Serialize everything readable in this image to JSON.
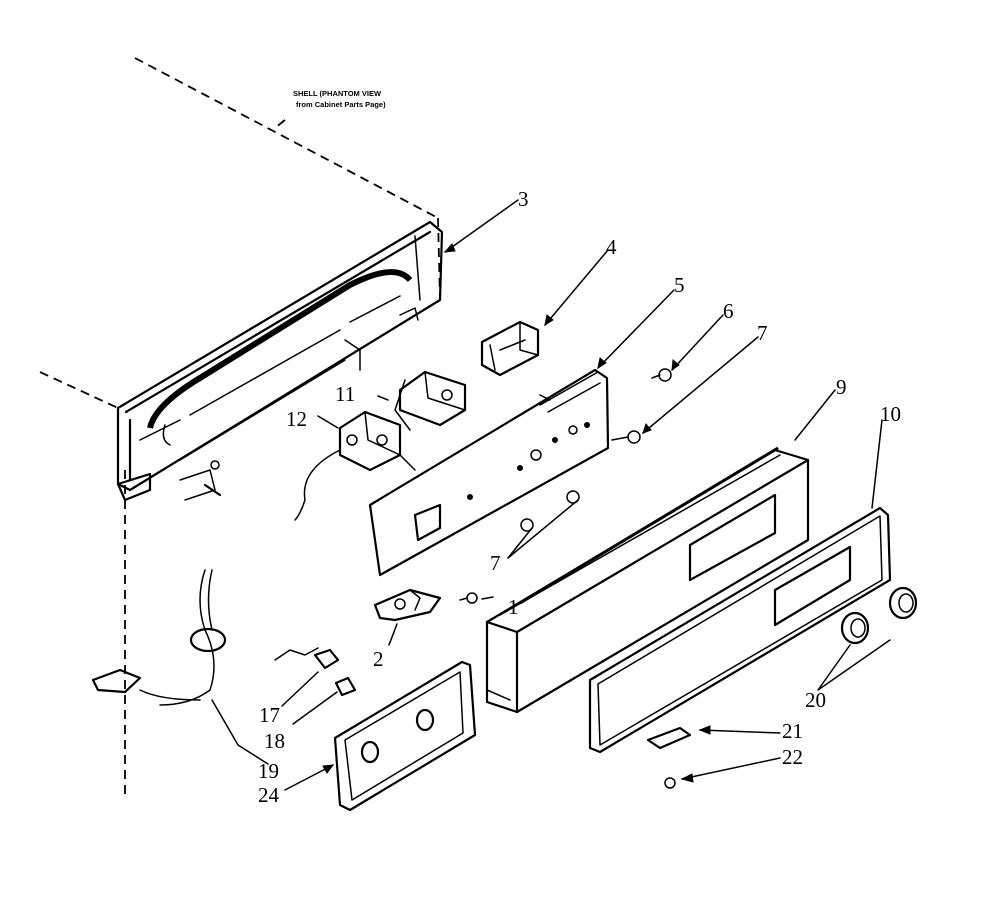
{
  "caption": {
    "line1": "SHELL (PHANTOM VIEW",
    "line2": "from Cabinet Parts Page)"
  },
  "callouts": {
    "c1": "1",
    "c2": "2",
    "c3": "3",
    "c4": "4",
    "c5": "5",
    "c6": "6",
    "c7a": "7",
    "c7b": "7",
    "c9": "9",
    "c10": "10",
    "c11": "11",
    "c12": "12",
    "c17": "17",
    "c18": "18",
    "c19": "19",
    "c20": "20",
    "c21": "21",
    "c22": "22",
    "c24": "24"
  }
}
